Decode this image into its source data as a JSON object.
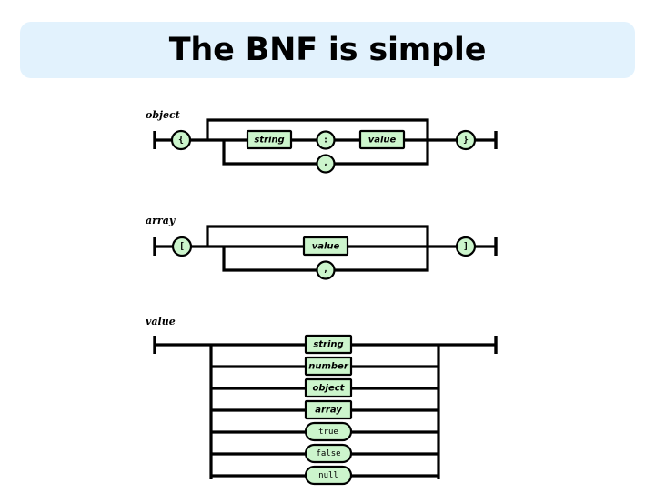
{
  "slide": {
    "title": "The BNF is simple",
    "banner_color": "#e2f2fd",
    "background_color": "#ffffff"
  },
  "theme": {
    "node_fill": "#ccf5cc",
    "line_color": "#000000"
  },
  "diagrams": [
    {
      "id": "object",
      "name": "object",
      "nodes": [
        {
          "id": "obj-open",
          "label": "{",
          "kind": "terminal-circle"
        },
        {
          "id": "obj-string",
          "label": "string",
          "kind": "nonterminal"
        },
        {
          "id": "obj-colon",
          "label": ":",
          "kind": "terminal-circle"
        },
        {
          "id": "obj-value",
          "label": "value",
          "kind": "nonterminal"
        },
        {
          "id": "obj-comma",
          "label": ",",
          "kind": "terminal-circle"
        },
        {
          "id": "obj-close",
          "label": "}",
          "kind": "terminal-circle"
        }
      ]
    },
    {
      "id": "array",
      "name": "array",
      "nodes": [
        {
          "id": "arr-open",
          "label": "[",
          "kind": "terminal-circle"
        },
        {
          "id": "arr-value",
          "label": "value",
          "kind": "nonterminal"
        },
        {
          "id": "arr-comma",
          "label": ",",
          "kind": "terminal-circle"
        },
        {
          "id": "arr-close",
          "label": "]",
          "kind": "terminal-circle"
        }
      ]
    },
    {
      "id": "value",
      "name": "value",
      "alternatives": [
        {
          "id": "val-string",
          "label": "string",
          "kind": "nonterminal"
        },
        {
          "id": "val-number",
          "label": "number",
          "kind": "nonterminal"
        },
        {
          "id": "val-object",
          "label": "object",
          "kind": "nonterminal"
        },
        {
          "id": "val-array",
          "label": "array",
          "kind": "nonterminal"
        },
        {
          "id": "val-true",
          "label": "true",
          "kind": "terminal"
        },
        {
          "id": "val-false",
          "label": "false",
          "kind": "terminal"
        },
        {
          "id": "val-null",
          "label": "null",
          "kind": "terminal"
        }
      ]
    }
  ]
}
